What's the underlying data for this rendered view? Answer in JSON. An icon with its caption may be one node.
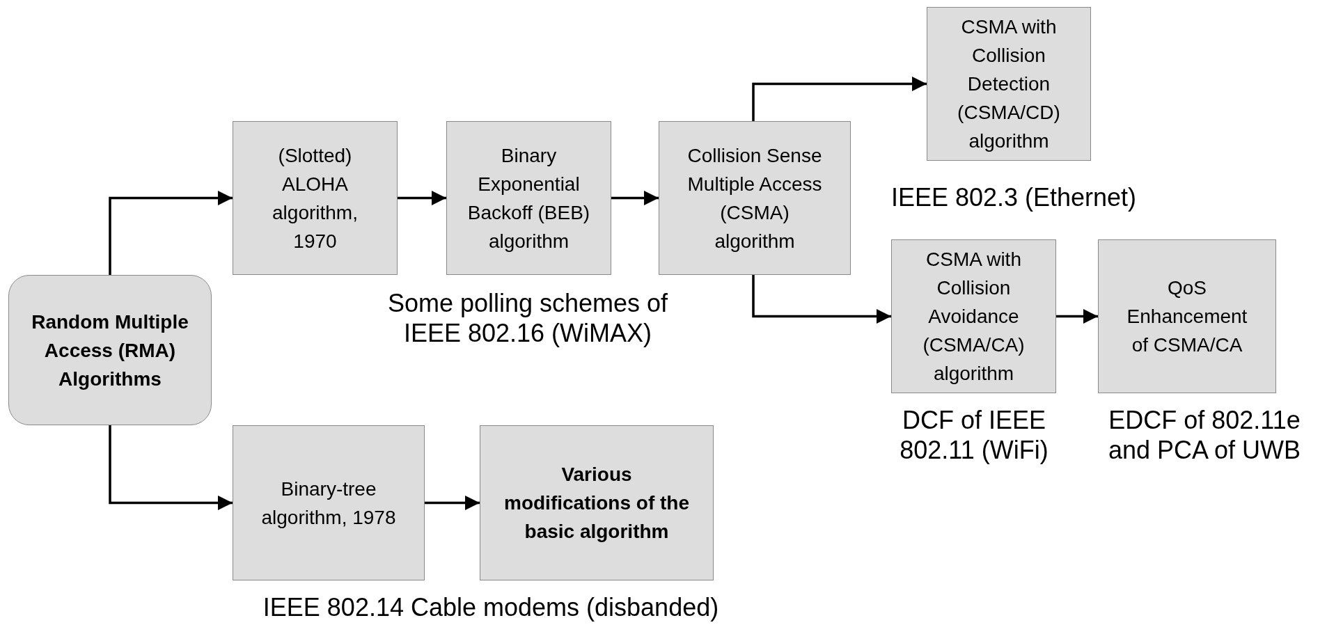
{
  "diagram": {
    "nodes": [
      {
        "text": [
          "Random Multiple Access (RMA) Algorithms"
        ]
      },
      {
        "text": [
          "(Slotted) ALOHA algorithm, 1970"
        ]
      },
      {
        "text": [
          "Binary Exponential Backoff (BEB) algorithm"
        ],
        "beside": [
          "Some polling schemes of IEEE 802.16 (WiMAX)"
        ]
      },
      {
        "text": [
          "Collision Sense Multiple Access (CSMA) algorithm"
        ]
      },
      {
        "text": [
          "CSMA with Collision Detection (CSMA/CD) algorithm"
        ],
        "beside": [
          "IEEE 802.3 (Ethernet)"
        ]
      },
      {
        "text": [
          "CSMA with Collision Avoidance (CSMA/CA) algorithm"
        ],
        "beside": [
          "DCF of IEEE 802.11 (WiFi)"
        ]
      },
      {
        "text": [
          "QoS Enhancement of CSMA/CA"
        ],
        "beside": [
          "EDCF of 802.11e and PCA of UWB"
        ]
      },
      {
        "text": [
          "Binary-tree algorithm, 1978"
        ]
      },
      {
        "text": [
          "Various modifications of the basic algorithm"
        ],
        "beside": [
          "IEEE 802.14 Cable modems (disbanded)"
        ]
      }
    ],
    "edges": [
      {
        "from": 0,
        "to": 1,
        "arrow": "to"
      },
      {
        "from": 1,
        "to": 2,
        "arrow": "to"
      },
      {
        "from": 2,
        "to": 3,
        "arrow": "to"
      },
      {
        "from": 3,
        "to": 4,
        "arrow": "to"
      },
      {
        "from": 3,
        "to": 5,
        "arrow": "to"
      },
      {
        "from": 5,
        "to": 6,
        "arrow": "to"
      },
      {
        "from": 0,
        "to": 7,
        "arrow": "to"
      },
      {
        "from": 7,
        "to": 8,
        "arrow": "to"
      }
    ]
  }
}
